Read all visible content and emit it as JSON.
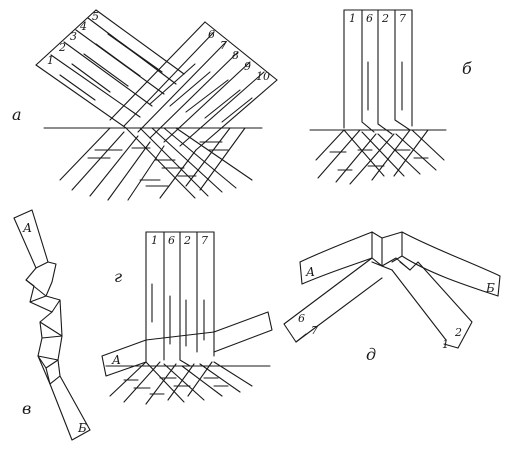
{
  "panels": {
    "a": {
      "label": "а",
      "strip_numbers": [
        "1",
        "2",
        "3",
        "4",
        "5",
        "6",
        "7",
        "8",
        "9",
        "10"
      ]
    },
    "b": {
      "label": "б",
      "strip_numbers": [
        "1",
        "6",
        "2",
        "7"
      ]
    },
    "v": {
      "label": "в",
      "end_top": "А",
      "end_bottom": "Б"
    },
    "g": {
      "label": "г",
      "strip_numbers": [
        "1",
        "6",
        "2",
        "7"
      ],
      "end_left": "А"
    },
    "d": {
      "label": "д",
      "end_left": "А",
      "end_right": "Б",
      "left_numbers": [
        "6",
        "7"
      ],
      "right_numbers": [
        "1",
        "2"
      ]
    }
  }
}
